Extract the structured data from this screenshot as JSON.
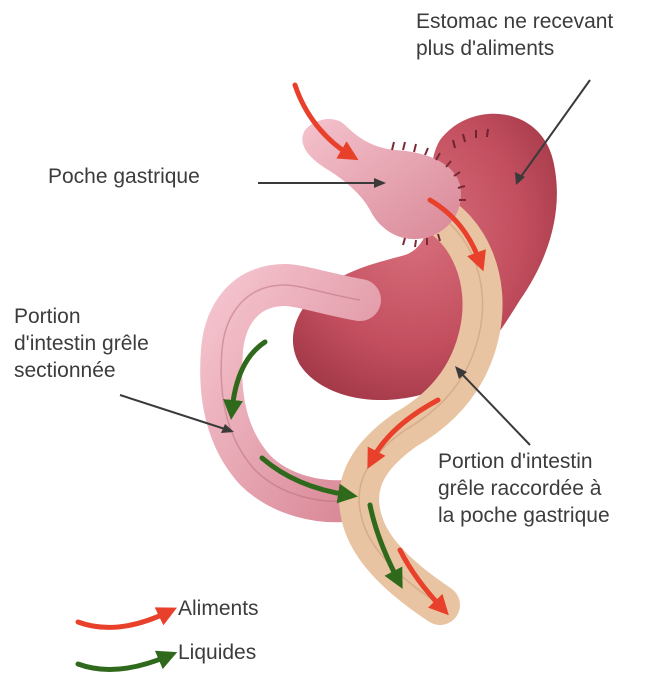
{
  "labels": {
    "stomach_excluded": "Estomac ne recevant\nplus d'aliments",
    "gastric_pouch": "Poche gastrique",
    "intestine_sectioned": "Portion\nd'intestin grêle\nsectionnée",
    "intestine_connected": "Portion d'intestin\ngrêle raccordée à\nla poche gastrique"
  },
  "legend": [
    {
      "label": "Aliments",
      "color": "#e8402a",
      "icon": "red-arrow"
    },
    {
      "label": "Liquides",
      "color": "#2f6a1c",
      "icon": "green-arrow"
    }
  ]
}
